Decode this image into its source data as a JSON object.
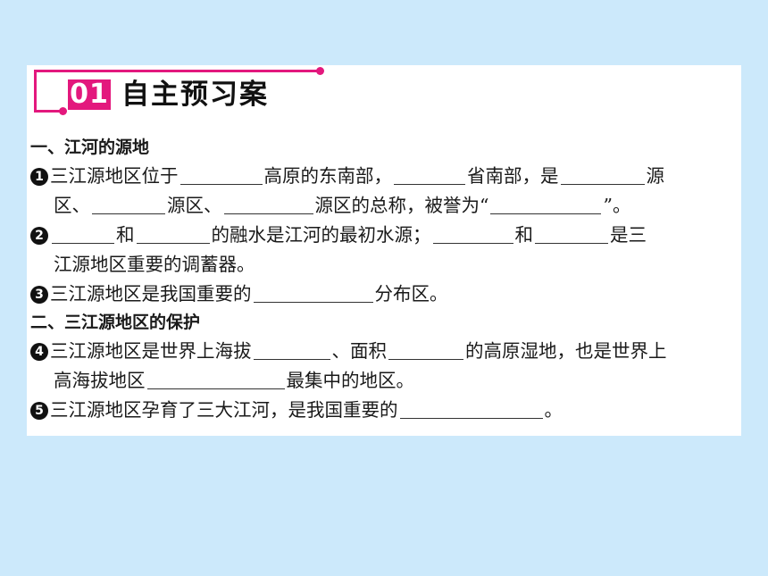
{
  "header": {
    "badge": "01",
    "title": "自主预习案"
  },
  "sections": [
    {
      "title": "一、江河的源地"
    },
    {
      "title": "二、三江源地区的保护"
    }
  ],
  "items": [
    {
      "num": "1",
      "t1": "三江源地区位于",
      "t2": "高原的东南部，",
      "t3": "省南部，是",
      "t4": "源",
      "t5": "区、",
      "t6": "源区、",
      "t7": "源区的总称，被誉为“",
      "t8": "”。"
    },
    {
      "num": "2",
      "t1": "和",
      "t2": "的融水是江河的最初水源；",
      "t3": "和",
      "t4": "是三",
      "t5": "江源地区重要的调蓄器。"
    },
    {
      "num": "3",
      "t1": "三江源地区是我国重要的",
      "t2": "分布区。"
    },
    {
      "num": "4",
      "t1": "三江源地区是世界上海拔",
      "t2": "、面积",
      "t3": "的高原湿地，也是世界上",
      "t4": "高海拔地区",
      "t5": "最集中的地区。"
    },
    {
      "num": "5",
      "t1": "三江源地区孕育了三大江河，是我国重要的",
      "t2": "。"
    }
  ]
}
